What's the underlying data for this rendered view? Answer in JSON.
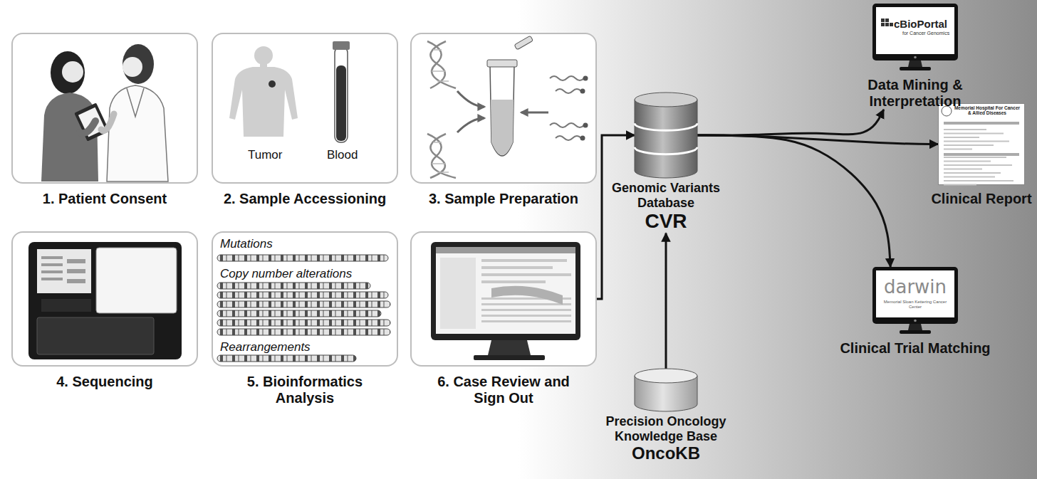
{
  "diagram": {
    "nodes": [
      {
        "text": [
          "1. Patient Consent"
        ]
      },
      {
        "text": [
          "Tumor",
          "Blood",
          "2. Sample Accessioning"
        ]
      },
      {
        "text": [
          "3. Sample Preparation"
        ]
      },
      {
        "text": [
          "4. Sequencing"
        ]
      },
      {
        "text": [
          "Mutations",
          "Copy number alterations",
          "Rearrangements",
          "5. Bioinformatics Analysis"
        ]
      },
      {
        "text": [
          "6. Case Review and Sign Out"
        ]
      },
      {
        "text": [
          "Genomic Variants Database",
          "CVR"
        ]
      },
      {
        "text": [
          "Precision Oncology Knowledge Base",
          "OncoKB"
        ]
      },
      {
        "text": [
          "cBioPortal",
          "for Cancer Genomics",
          "Data Mining & Interpretation"
        ]
      },
      {
        "text": [
          "Memorial Hospital For Cancer & Allied Diseases",
          "Clinical Report"
        ]
      },
      {
        "text": [
          "darwin",
          "Memorial Sloan Kettering Cancer Center",
          "Clinical Trial Matching"
        ]
      }
    ],
    "edges": [
      {
        "from": 5,
        "to": 6,
        "arrow": "to"
      },
      {
        "from": 7,
        "to": 6,
        "arrow": "to"
      },
      {
        "from": 6,
        "to": 8,
        "arrow": "to"
      },
      {
        "from": 6,
        "to": 9,
        "arrow": "to"
      },
      {
        "from": 6,
        "to": 10,
        "arrow": "to"
      }
    ]
  }
}
